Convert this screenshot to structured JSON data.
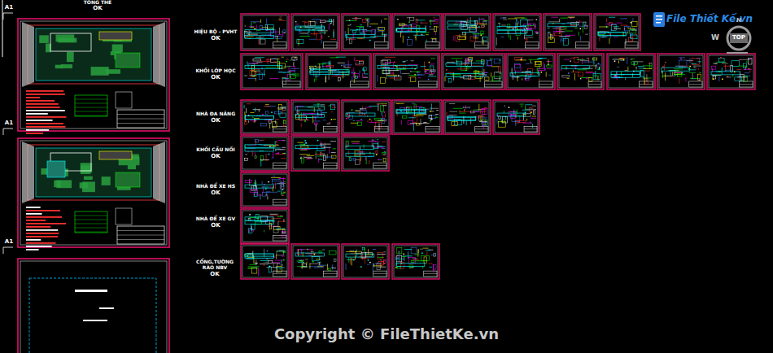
{
  "diagram": {
    "labels": [
      "TỔNG THỂ",
      "OK",
      "A1",
      "A1",
      "A1",
      "HIỆU BỘ - PVHT",
      "OK",
      "KHỐI LỚP HỌC",
      "OK",
      "NHÀ ĐA NĂNG",
      "OK",
      "KHỐI CẦU NỐI",
      "OK",
      "NHÀ ĐỂ XE HS",
      "OK",
      "NHÀ ĐỂ XE GV",
      "OK",
      "CỔNG,TƯỜNG RÀO NBV",
      "OK",
      "File Thiết Kế.vn",
      "N",
      "W",
      "TOP",
      "Copyright © FileThietKe.vn"
    ]
  }
}
